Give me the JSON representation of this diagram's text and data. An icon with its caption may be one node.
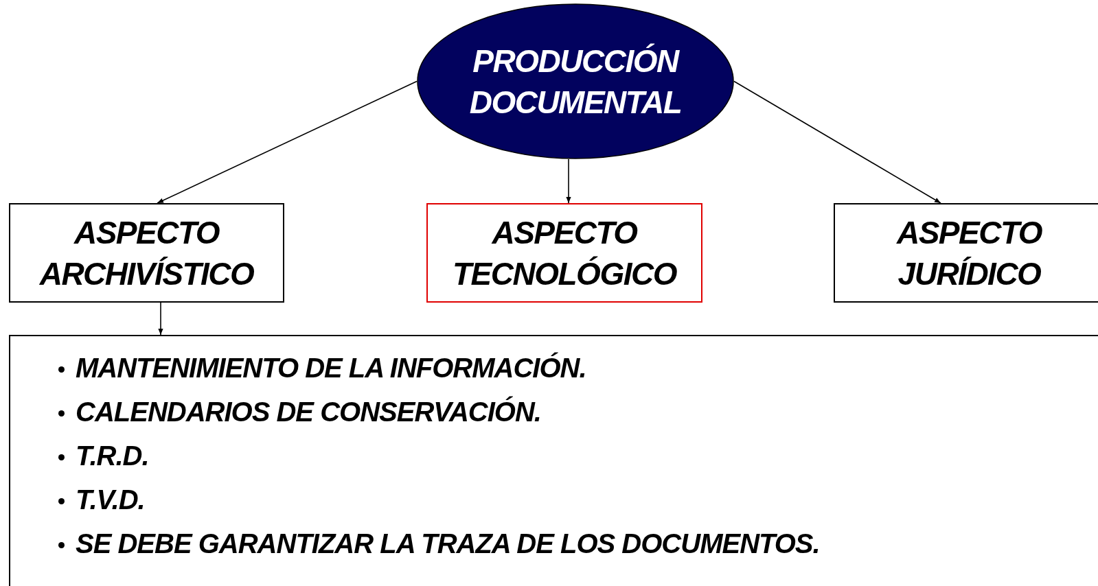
{
  "diagram": {
    "nodes": [
      {
        "text": [
          "PRODUCCIÓN DOCUMENTAL"
        ]
      },
      {
        "text": [
          "ASPECTO ARCHIVÍSTICO"
        ]
      },
      {
        "text": [
          "ASPECTO TECNOLÓGICO"
        ]
      },
      {
        "text": [
          "ASPECTO JURÍDICO"
        ]
      },
      {
        "text": [
          "MANTENIMIENTO DE LA INFORMACIÓN.",
          "CALENDARIOS DE CONSERVACIÓN.",
          "T.R.D.",
          "T.V.D.",
          "SE DEBE GARANTIZAR LA TRAZA DE LOS DOCUMENTOS."
        ]
      }
    ],
    "edges": [
      {
        "from": 0,
        "to": 1,
        "arrow": "to"
      },
      {
        "from": 0,
        "to": 2,
        "arrow": "to"
      },
      {
        "from": 0,
        "to": 3,
        "arrow": "to"
      },
      {
        "from": 1,
        "to": 4,
        "arrow": "to"
      }
    ]
  }
}
